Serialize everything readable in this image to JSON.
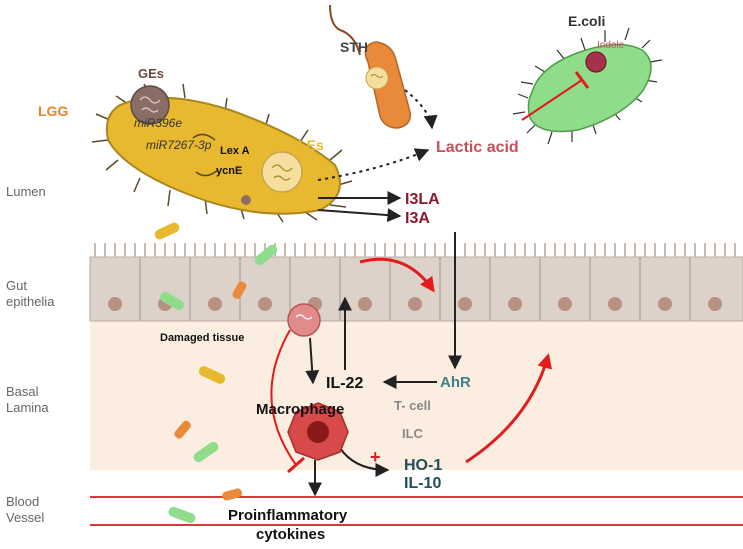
{
  "regions": {
    "lumen": "Lumen",
    "gut_epithelia_1": "Gut",
    "gut_epithelia_2": "epithelia",
    "basal_lamina_1": "Basal",
    "basal_lamina_2": "Lamina",
    "blood_vessel_1": "Blood",
    "blood_vessel_2": "Vessel"
  },
  "organisms": {
    "lgg": "LGG",
    "ges": "GEs",
    "les": "LEs",
    "sth": "STH",
    "ecoli": "E.coli",
    "indole": "Indole"
  },
  "genes": {
    "mir396e": "miR396e",
    "mir7267": "miR7267-3p",
    "lexa": "Lex A",
    "ycne": "ycnE"
  },
  "metabolites": {
    "lactic_acid": "Lactic acid",
    "i3la": "I3LA",
    "i3a": "I3A",
    "ahr": "AhR"
  },
  "immune": {
    "damaged_tissue": "Damaged tissue",
    "il22": "IL-22",
    "macrophage": "Macrophage",
    "tcell": "T- cell",
    "ilc": "ILC",
    "ho1": "HO-1",
    "il10": "IL-10",
    "plus": "+",
    "proinflammatory_1": "Proinflammatory",
    "proinflammatory_2": "cytokines"
  },
  "colors": {
    "lgg_body": "#e8b92e",
    "lgg_label": "#e8832a",
    "lactic_acid": "#c94f5a",
    "i3": "#8b1a2b",
    "ahr": "#3f7f86",
    "ho1": "#1f4f5c",
    "red_arrow": "#e31b1b",
    "ecoli_body": "#8fdc8a",
    "sth_body": "#e98a3a",
    "lamina_bg": "#fbeee0",
    "epithelium": "#ddd2c9",
    "nucleus": "#b99181",
    "macrophage": "#d84a4a",
    "vessel_line": "#e0343a"
  }
}
